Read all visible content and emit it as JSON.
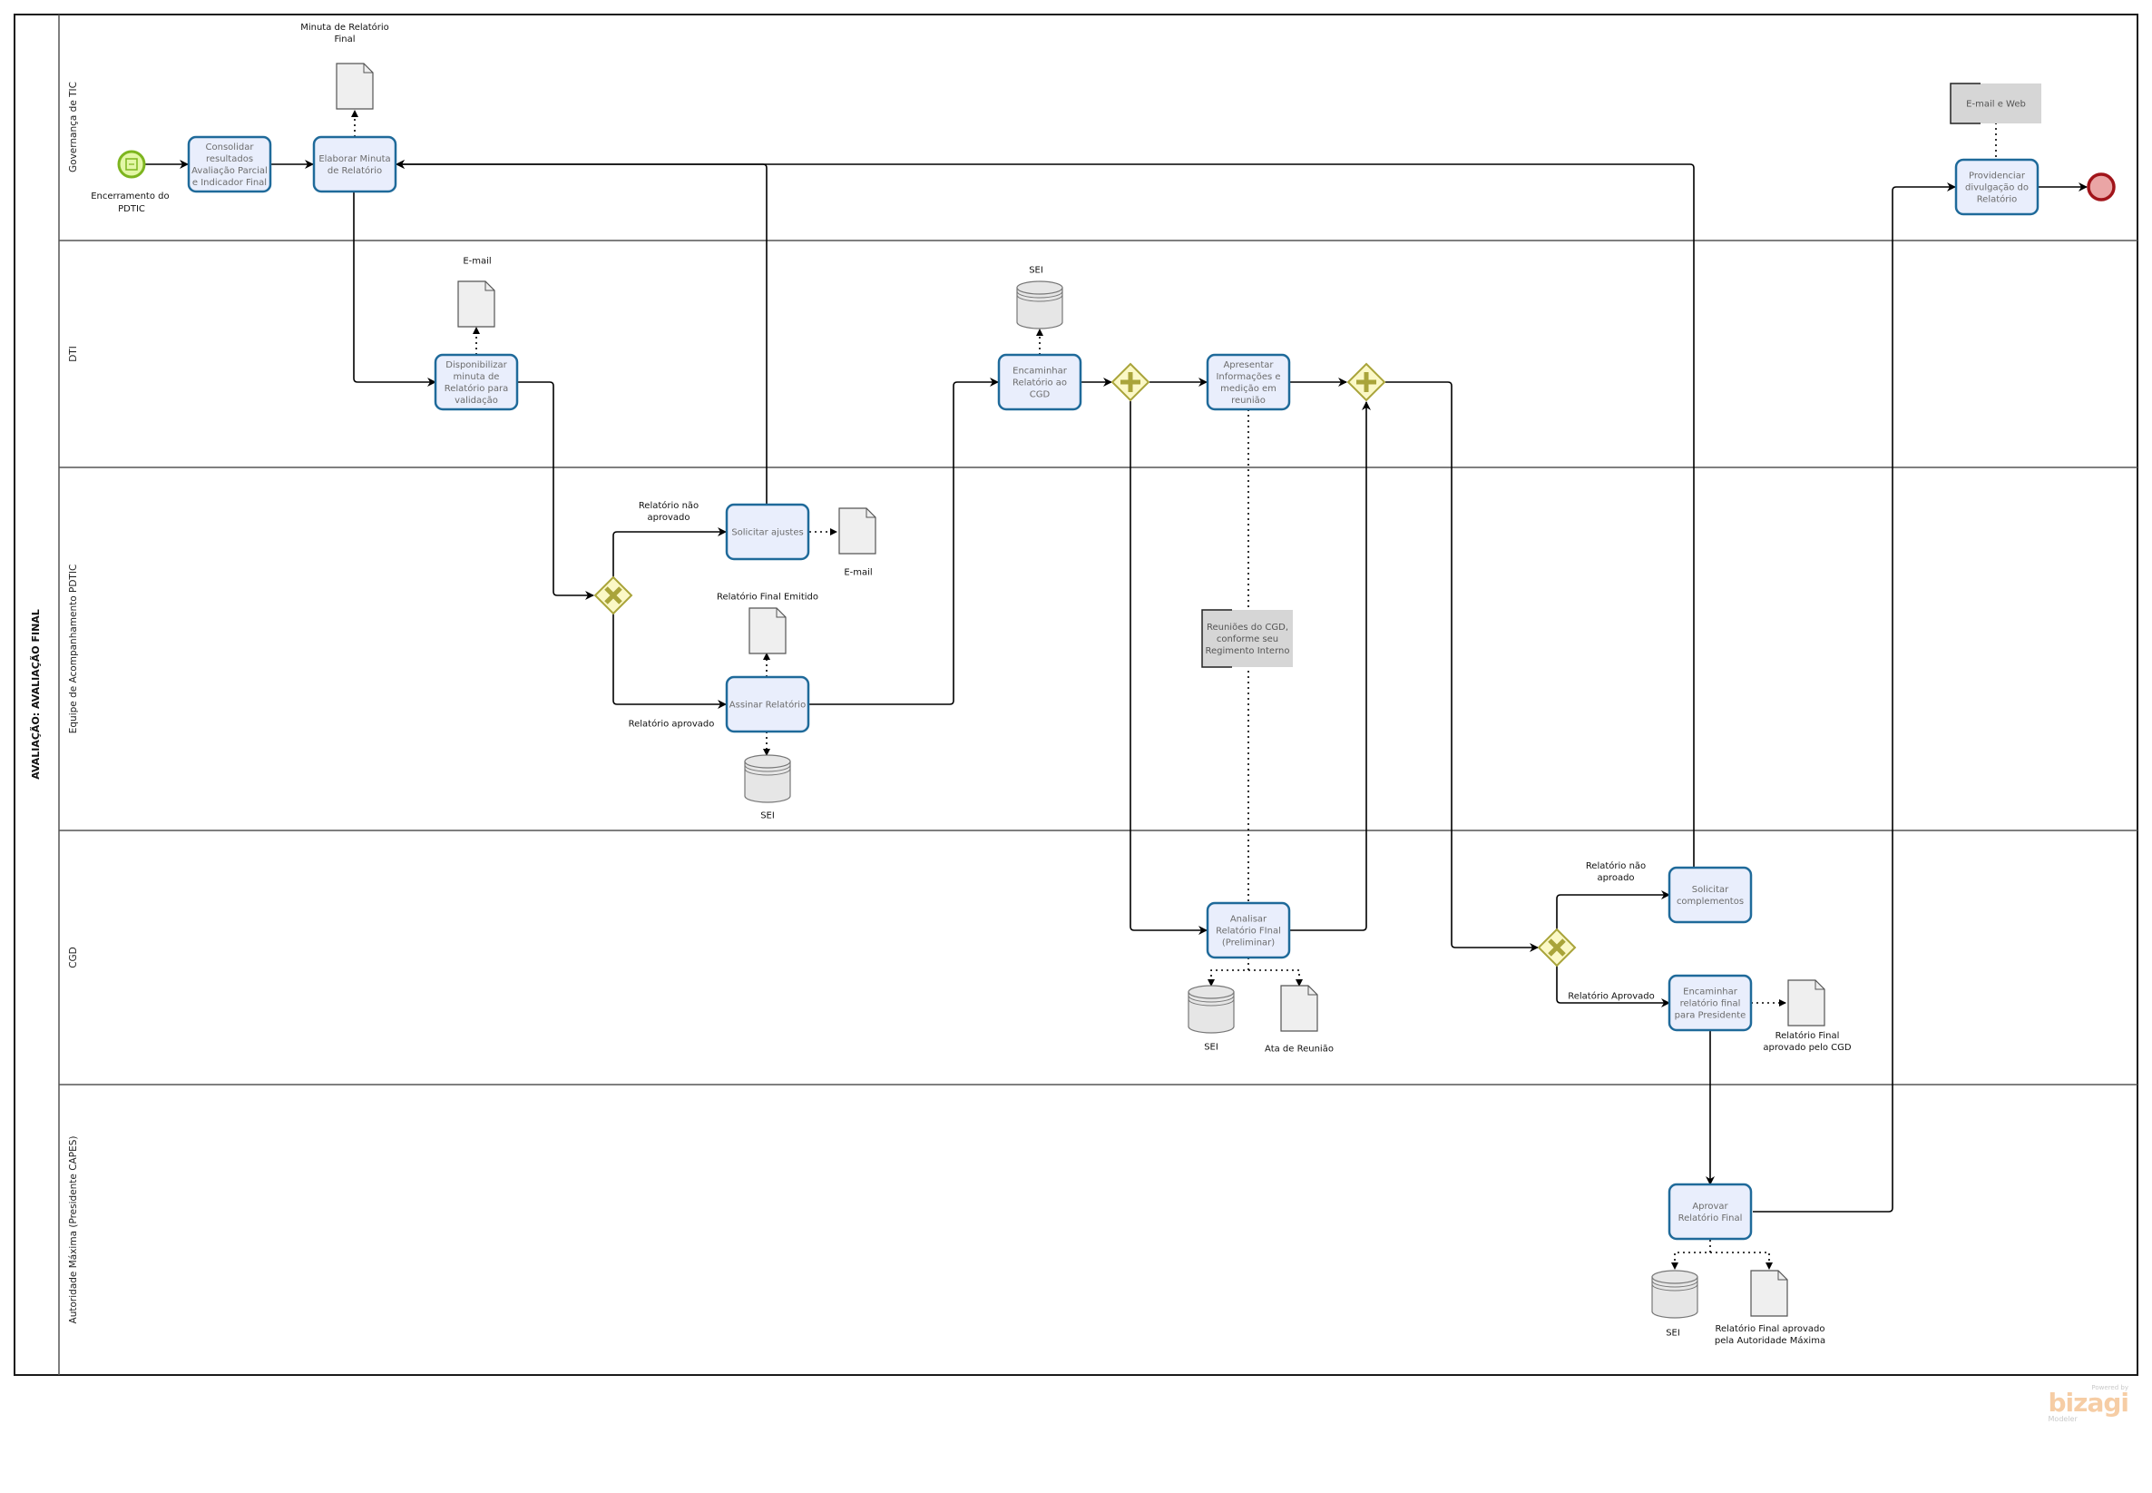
{
  "pool": {
    "title": "AVALIAÇÃO: AVALIAÇÃO FINAL"
  },
  "lanes": [
    {
      "label": "Governança de TIC"
    },
    {
      "label": "DTI"
    },
    {
      "label": "Equipe de Acompanhamento PDTIC"
    },
    {
      "label": "CGD"
    },
    {
      "label": "Autoridade Máxima (Presidente CAPES)"
    }
  ],
  "start_event": {
    "label": [
      "Encerramento do",
      "PDTIC"
    ]
  },
  "tasks": {
    "consolidar": [
      "Consolidar",
      "resultados",
      "Avaliação Parcial",
      "e Indicador Final"
    ],
    "elaborar": [
      "Elaborar Minuta",
      "de Relatório"
    ],
    "disponibilizar": [
      "Disponibilizar",
      "minuta de",
      "Relatório para",
      "validação"
    ],
    "solicitar_ajustes": [
      "Solicitar ajustes"
    ],
    "assinar": [
      "Assinar Relatório"
    ],
    "encaminhar_cgd": [
      "Encaminhar",
      "Relatório ao",
      "CGD"
    ],
    "apresentar": [
      "Apresentar",
      "Informações e",
      "medição em",
      "reunião"
    ],
    "analisar": [
      "Analisar",
      "Relatório FInal",
      "(Preliminar)"
    ],
    "solicitar_complementos": [
      "Solicitar",
      "complementos"
    ],
    "encaminhar_presidente": [
      "Encaminhar",
      "relatório final",
      "para Presidente"
    ],
    "aprovar": [
      "Aprovar",
      "Relatório Final"
    ],
    "providenciar": [
      "Providenciar",
      "divulgação do",
      "Relatório"
    ]
  },
  "artifacts": {
    "minuta_doc": [
      "Minuta de Relatório",
      "Final"
    ],
    "email_doc_dti": [
      "E-mail"
    ],
    "sei_db_dti": [
      "SEI"
    ],
    "email_doc_ajustes": [
      "E-mail"
    ],
    "relatorio_emitido_doc": [
      "Relatório Final Emitido"
    ],
    "sei_db_assinar": [
      "SEI"
    ],
    "sei_db_analisar": [
      "SEI"
    ],
    "ata_doc": [
      "Ata de Reunião"
    ],
    "relatorio_cgd_doc": [
      "Relatório Final",
      "aprovado pelo CGD"
    ],
    "sei_db_aprovar": [
      "SEI"
    ],
    "relatorio_autoridade_doc": [
      "Relatório Final aprovado",
      "pela Autoridade Máxima"
    ]
  },
  "annotations": {
    "reunioes": [
      "Reuniões do CGD,",
      "conforme seu",
      "Regimento Interno"
    ],
    "email_web": [
      "E-mail e Web"
    ]
  },
  "flow_labels": {
    "nao_aprovado": [
      "Relatório não",
      "aprovado"
    ],
    "aprovado": [
      "Relatório aprovado"
    ],
    "nao_aproado_cgd": [
      "Relatório não",
      "aproado"
    ],
    "aprovado_cgd": [
      "Relatório Aprovado"
    ]
  },
  "branding": {
    "powered_by": "Powered by",
    "brand": "bizagi",
    "product": "Modeler"
  },
  "colors": {
    "task_fill": "#e9eefc",
    "task_stroke": "#1f6a9a",
    "gateway_fill": "#fbf8c6",
    "gateway_stroke": "#a9a43a",
    "start_fill": "#e3f7a6",
    "start_stroke": "#7db51f",
    "end_fill": "#eaa5a5",
    "end_stroke": "#a1141a"
  }
}
